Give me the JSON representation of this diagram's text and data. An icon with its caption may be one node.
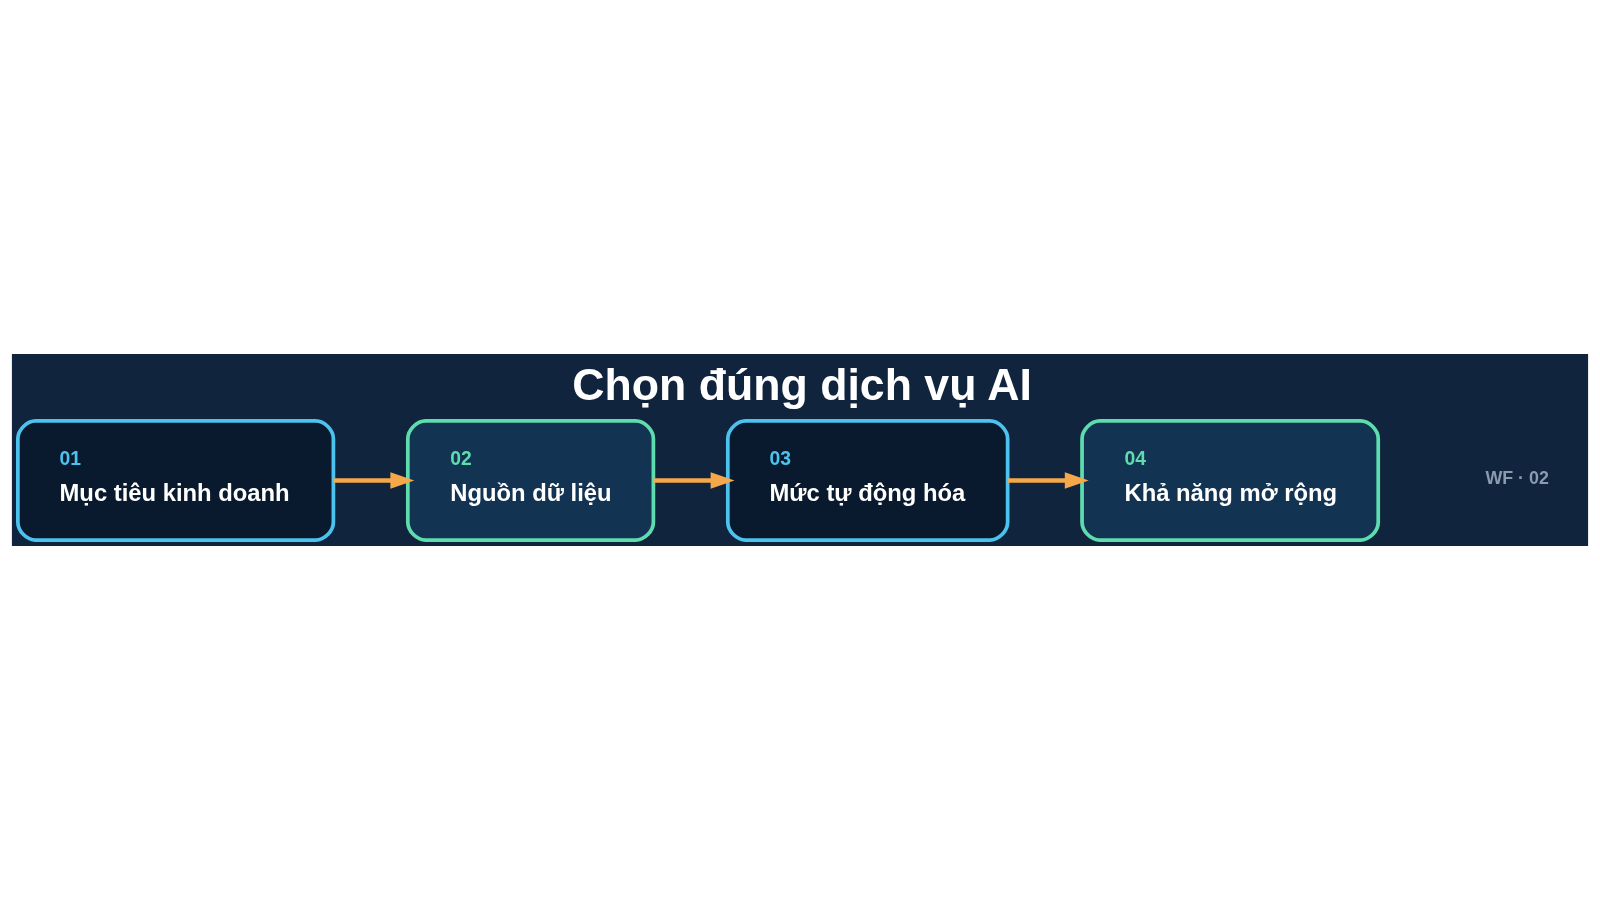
{
  "diagram": {
    "title": "Chọn đúng dịch vụ AI",
    "nodes": [
      {
        "text": [
          "01",
          "Mục tiêu kinh doanh"
        ]
      },
      {
        "text": [
          "02",
          "Nguồn dữ liệu"
        ]
      },
      {
        "text": [
          "03",
          "Mức tự động hóa"
        ]
      },
      {
        "text": [
          "04",
          "Khả năng mở rộng"
        ]
      }
    ],
    "edges": [
      {
        "from": 0,
        "to": 1,
        "arrow": "to"
      },
      {
        "from": 1,
        "to": 2,
        "arrow": "to"
      },
      {
        "from": 2,
        "to": 3,
        "arrow": "to"
      }
    ],
    "labels": [
      "WF · 02"
    ]
  }
}
